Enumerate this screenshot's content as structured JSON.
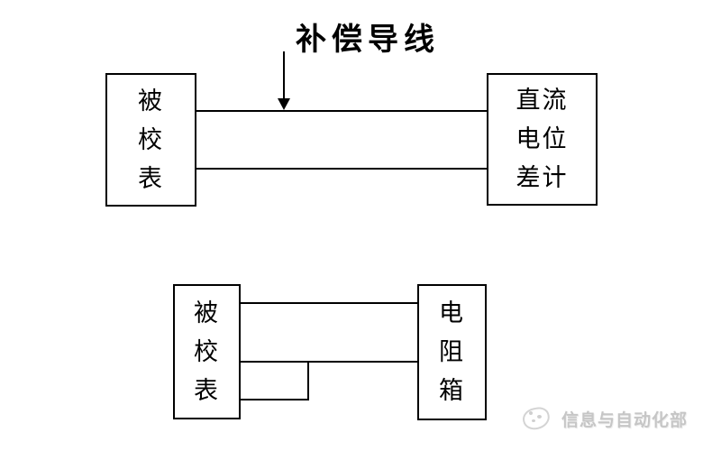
{
  "top_diagram": {
    "arrow_label": "补偿导线",
    "left_box_lines": [
      "被",
      "校",
      "表"
    ],
    "right_box_lines": [
      "直流",
      "电位",
      "差计"
    ]
  },
  "bottom_diagram": {
    "left_box_lines": [
      "被",
      "校",
      "表"
    ],
    "right_box_lines": [
      "电",
      "阻",
      "箱"
    ]
  },
  "watermark": {
    "text": "信息与自动化部"
  },
  "colors": {
    "line": "#000000",
    "text": "#000000",
    "watermark_text": "#c6c6c6",
    "background": "#ffffff"
  }
}
